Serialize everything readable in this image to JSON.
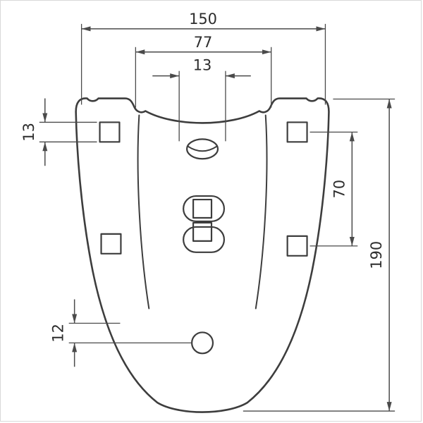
{
  "drawing": {
    "kind": "technical-dimension-drawing",
    "dims": {
      "overall_width": "150",
      "top_notch_width": "77",
      "center_hole_width": "13",
      "side_square_size": "13",
      "right_hole_spacing": "70",
      "overall_height": "190",
      "bottom_hole_offset": "12"
    },
    "colors": {
      "outline": "#3d3d3d",
      "dimension_lines": "#4a4a4a",
      "text": "#2d2d2d",
      "background": "#ffffff"
    }
  }
}
